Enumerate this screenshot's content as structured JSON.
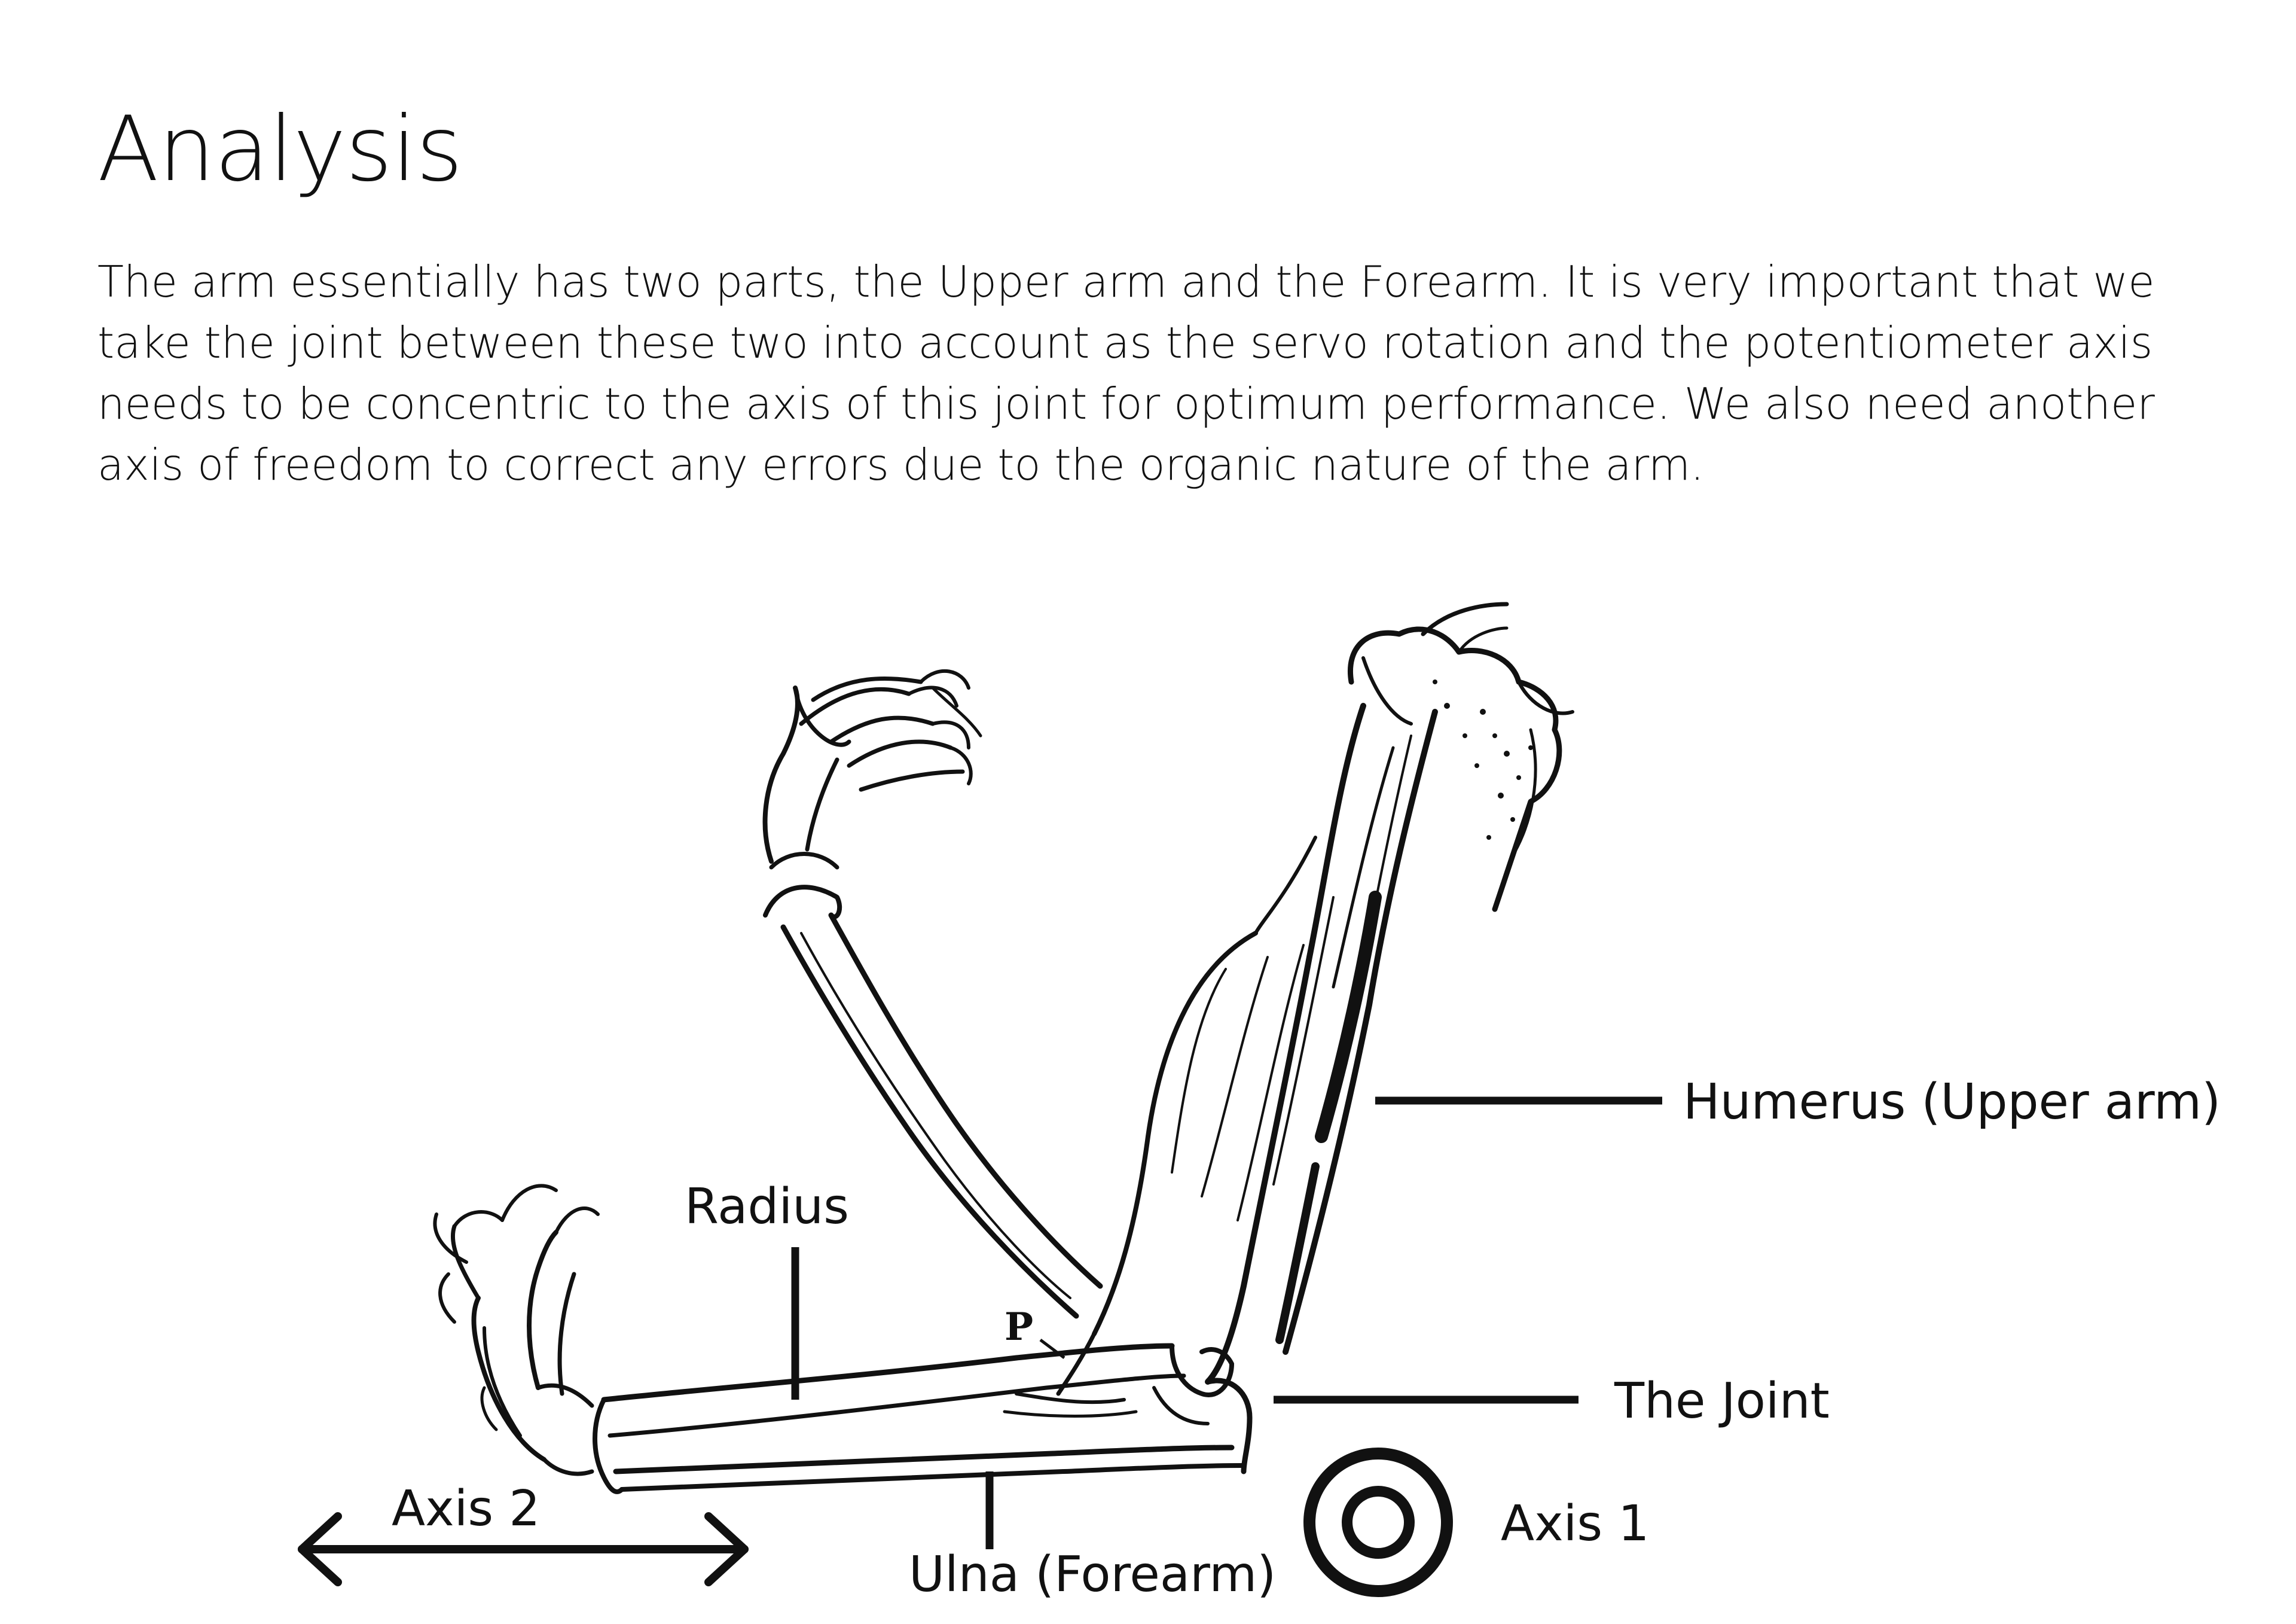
{
  "heading": "Analysis",
  "paragraph": "The arm essentially has two parts, the Upper arm and the Forearm. It is very important that we take the joint between these two into account as the servo rotation and the potentiometer axis needs to be concentric to the axis of this joint for optimum performance. We also need another axis of freedom to correct any errors due to the organic nature of the arm.",
  "labels": {
    "humerus": "Humerus (Upper arm)",
    "radius": "Radius",
    "joint": "The Joint",
    "ulna": "Ulna (Forearm)",
    "axis1": "Axis 1",
    "axis2": "Axis 2",
    "p_marker": "P"
  }
}
